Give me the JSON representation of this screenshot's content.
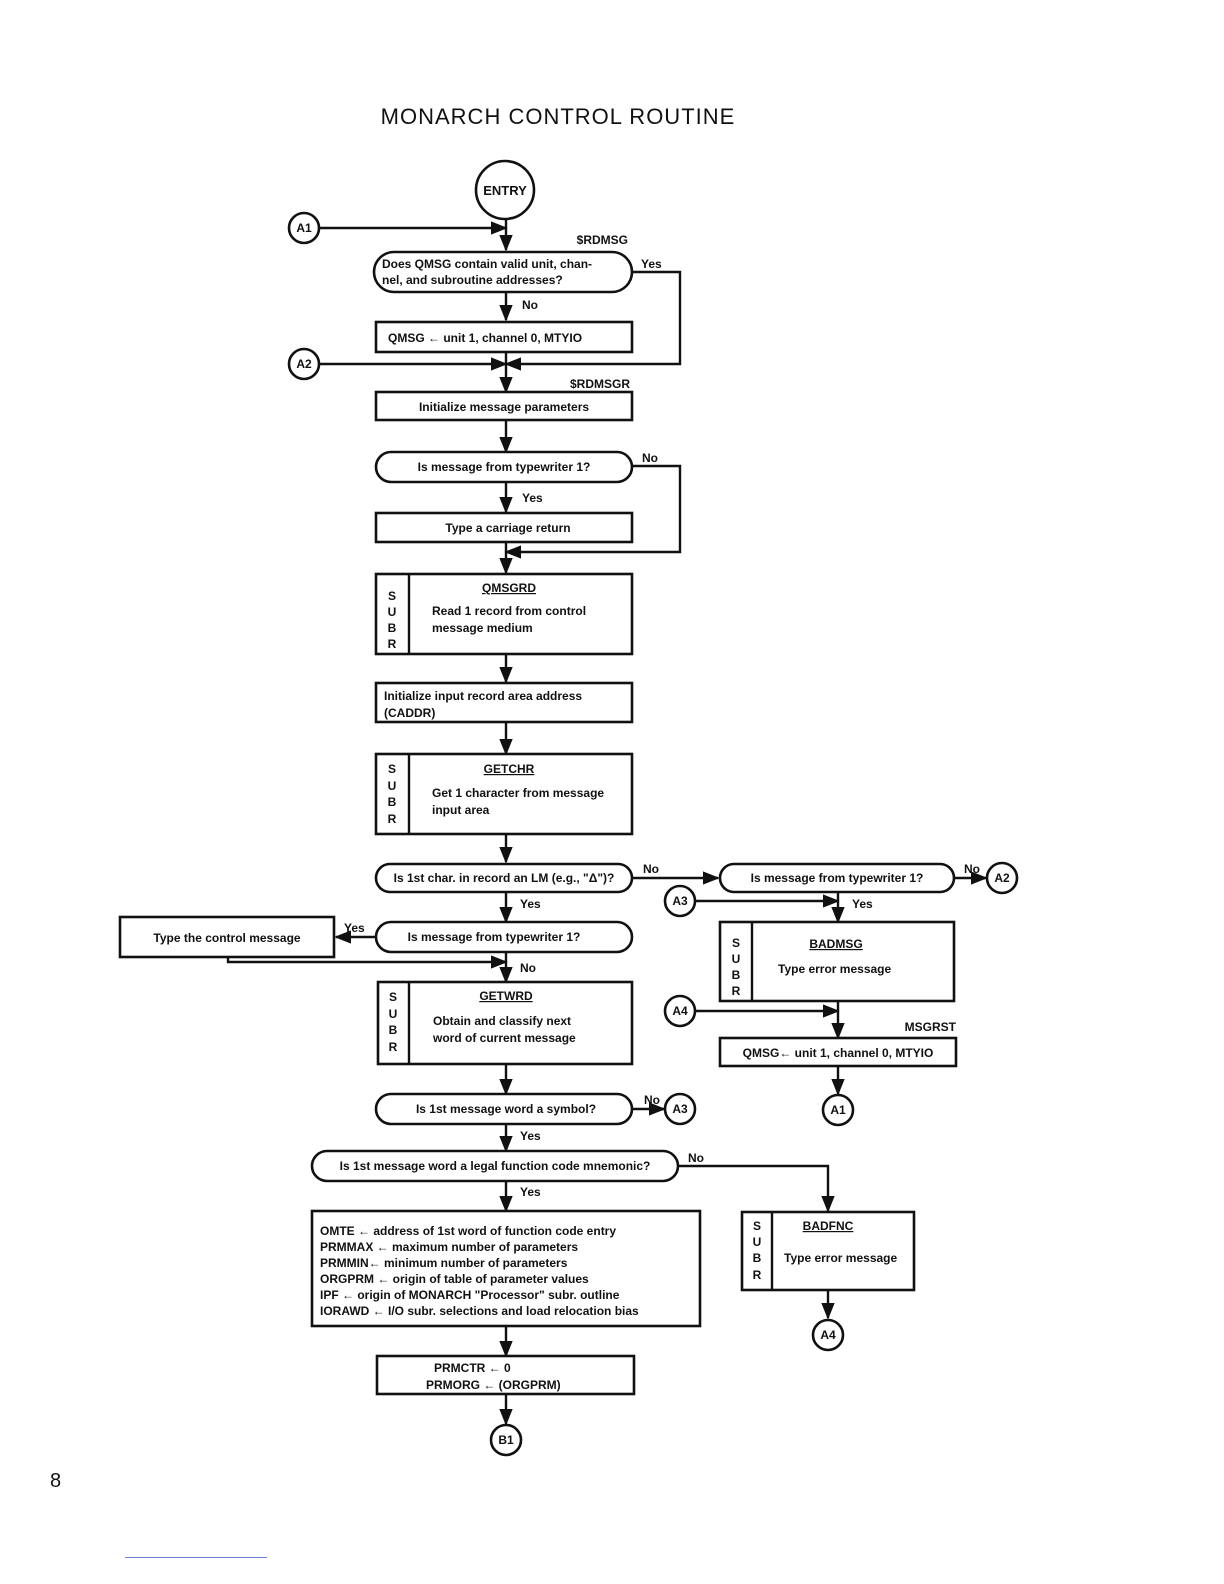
{
  "title": "MONARCH CONTROL ROUTINE",
  "page_number": "8",
  "labels": {
    "srdmsg": "$RDMSG",
    "srdmsgr": "$RDMSGR",
    "msgrst": "MSGRST"
  },
  "connectors": {
    "entry": "ENTRY",
    "a1": "A1",
    "a2": "A2",
    "a3": "A3",
    "a4": "A4",
    "b1": "B1"
  },
  "flow": {
    "yes": "Yes",
    "no": "No"
  },
  "decisions": {
    "valid_qmsg_1": "Does QMSG contain valid unit, chan-",
    "valid_qmsg_2": "nel, and subroutine addresses?",
    "from_tw_1": "Is message from typewriter 1?",
    "first_char_lm": "Is 1st char. in record an LM (e.g., \"Δ\")?",
    "from_tw_right": "Is message from typewriter 1?",
    "from_tw_2": "Is message from typewriter 1?",
    "symbol": "Is 1st message word a symbol?",
    "legal_fn": "Is 1st message word a legal function code mnemonic?"
  },
  "processes": {
    "qmsg_set": "QMSG ← unit 1, channel 0, MTYIO",
    "init_msg": "Initialize message parameters",
    "carriage": "Type a carriage return",
    "init_input_1": "Initialize input record area address",
    "init_input_2": "(CADDR)",
    "type_control": "Type the control message",
    "qmsg_reset": "QMSG← unit 1, channel 0, MTYIO",
    "prmctr": "PRMCTR ← 0",
    "prmorg": "PRMORG ← (ORGPRM)"
  },
  "assign_block": [
    "OMTE ← address of 1st word of function code entry",
    "PRMMAX ← maximum number of parameters",
    "PRMMIN← minimum number of parameters",
    "ORGPRM ← origin of table of parameter values",
    "IPF ← origin of MONARCH \"Processor\" subr. outline",
    "IORAWD ← I/O subr. selections and load relocation bias"
  ],
  "subr_letters": [
    "S",
    "U",
    "B",
    "R"
  ],
  "subroutines": {
    "qmsgrd": {
      "name": "QMSGRD",
      "line1": "Read 1 record from control",
      "line2": "message medium"
    },
    "getchr": {
      "name": "GETCHR",
      "line1": "Get 1 character from message",
      "line2": "input area"
    },
    "getwrd": {
      "name": "GETWRD",
      "line1": "Obtain and classify next",
      "line2": "word of current message"
    },
    "badmsg": {
      "name": "BADMSG",
      "line1": "Type error message"
    },
    "badfnc": {
      "name": "BADFNC",
      "line1": "Type error message"
    }
  }
}
